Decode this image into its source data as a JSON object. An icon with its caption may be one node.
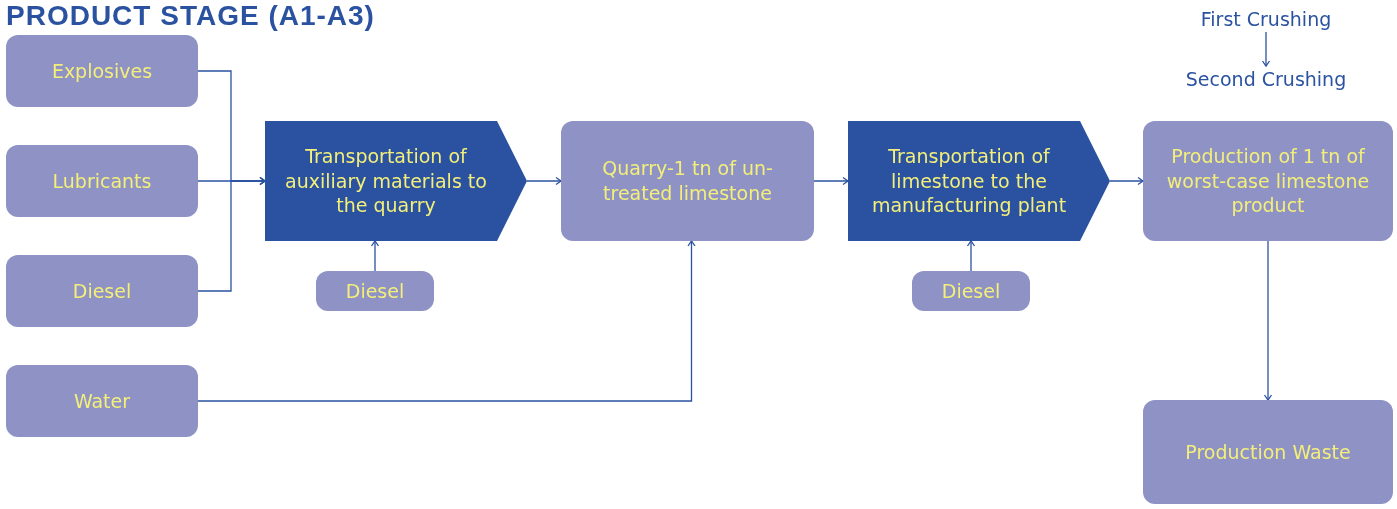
{
  "diagram": {
    "title": "PRODUCT STAGE (A1-A3)",
    "nodes": [
      {
        "text": [
          "Explosives"
        ]
      },
      {
        "text": [
          "Lubricants"
        ]
      },
      {
        "text": [
          "Diesel"
        ]
      },
      {
        "text": [
          "Water"
        ]
      },
      {
        "text": [
          "Transportation of auxiliary materials to the quarry"
        ]
      },
      {
        "text": [
          "Diesel"
        ]
      },
      {
        "text": [
          "Quarry-1 tn of un-treated limestone"
        ]
      },
      {
        "text": [
          "Transportation of limestone to the manufacturing plant"
        ]
      },
      {
        "text": [
          "Diesel"
        ]
      },
      {
        "text": [
          "First Crushing"
        ]
      },
      {
        "text": [
          "Second Crushing"
        ]
      },
      {
        "text": [
          "Production of 1 tn of worst-case limestone product"
        ]
      },
      {
        "text": [
          "Production Waste"
        ]
      }
    ],
    "edges": [
      {
        "from": 0,
        "to": 4,
        "arrow": "to"
      },
      {
        "from": 1,
        "to": 4,
        "arrow": "to"
      },
      {
        "from": 2,
        "to": 4,
        "arrow": "to"
      },
      {
        "from": 5,
        "to": 4,
        "arrow": "to"
      },
      {
        "from": 4,
        "to": 6,
        "arrow": "to"
      },
      {
        "from": 3,
        "to": 6,
        "arrow": "to"
      },
      {
        "from": 6,
        "to": 7,
        "arrow": "to"
      },
      {
        "from": 8,
        "to": 7,
        "arrow": "to"
      },
      {
        "from": 7,
        "to": 11,
        "arrow": "to"
      },
      {
        "from": 9,
        "to": 10,
        "arrow": "to"
      },
      {
        "from": 11,
        "to": 12,
        "arrow": "to"
      }
    ]
  }
}
